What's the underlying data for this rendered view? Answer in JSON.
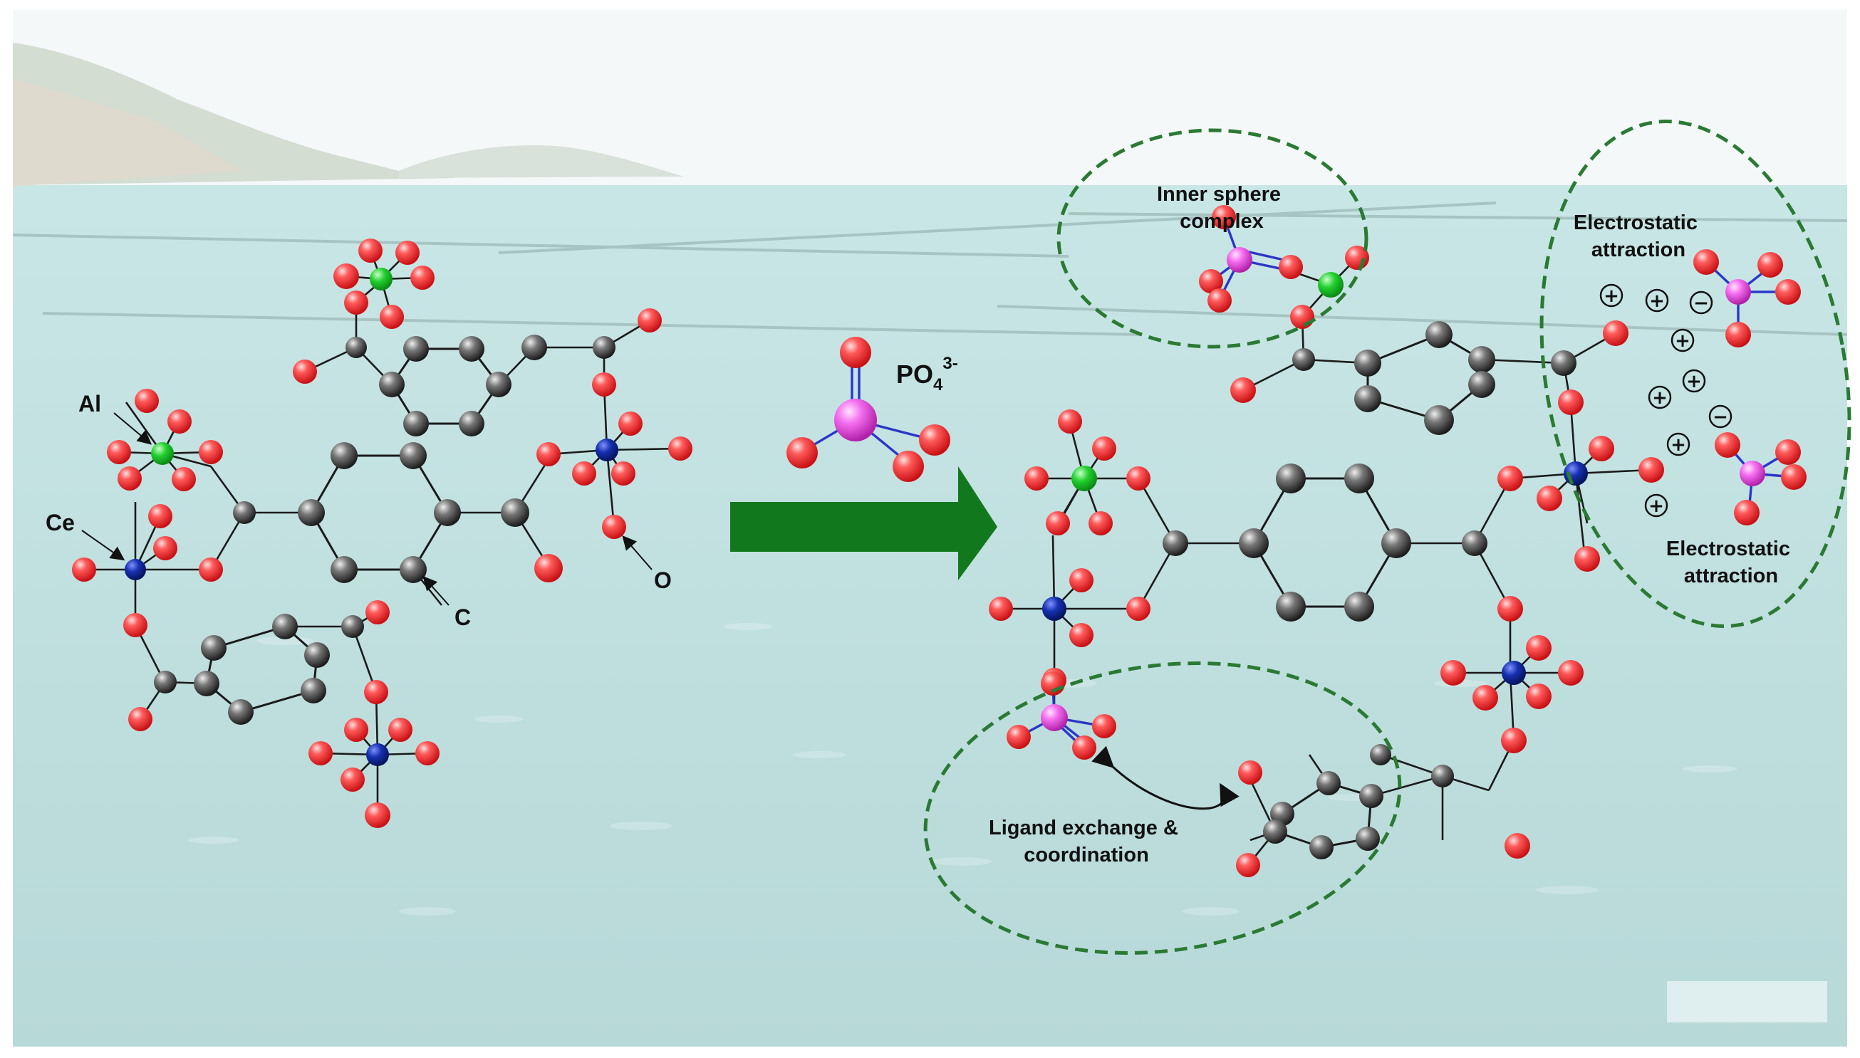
{
  "labels": {
    "al": "Al",
    "ce": "Ce",
    "c": "C",
    "o": "O",
    "phosphate_base": "PO",
    "phosphate_sub": "4",
    "phosphate_sup": "3-"
  },
  "annotations": {
    "inner_sphere": [
      "Inner sphere",
      "complex"
    ],
    "electrostatic_top": [
      "Electrostatic",
      "attraction"
    ],
    "electrostatic_bottom": [
      "Electrostatic",
      "attraction"
    ],
    "ligand_exchange": [
      "Ligand exchange &",
      "coordination"
    ]
  },
  "charges": {
    "plus": "+",
    "minus": "−"
  },
  "colors": {
    "oxygen": "#f0262a",
    "carbon": "#3a3a3a",
    "aluminum": "#18d02a",
    "cerium": "#1028a8",
    "phosphorus": "#f04ce8",
    "arrow": "#11781e",
    "ellipse": "#2b7a33",
    "water": "#bfe0e1",
    "sky": "#f3f8f9"
  }
}
